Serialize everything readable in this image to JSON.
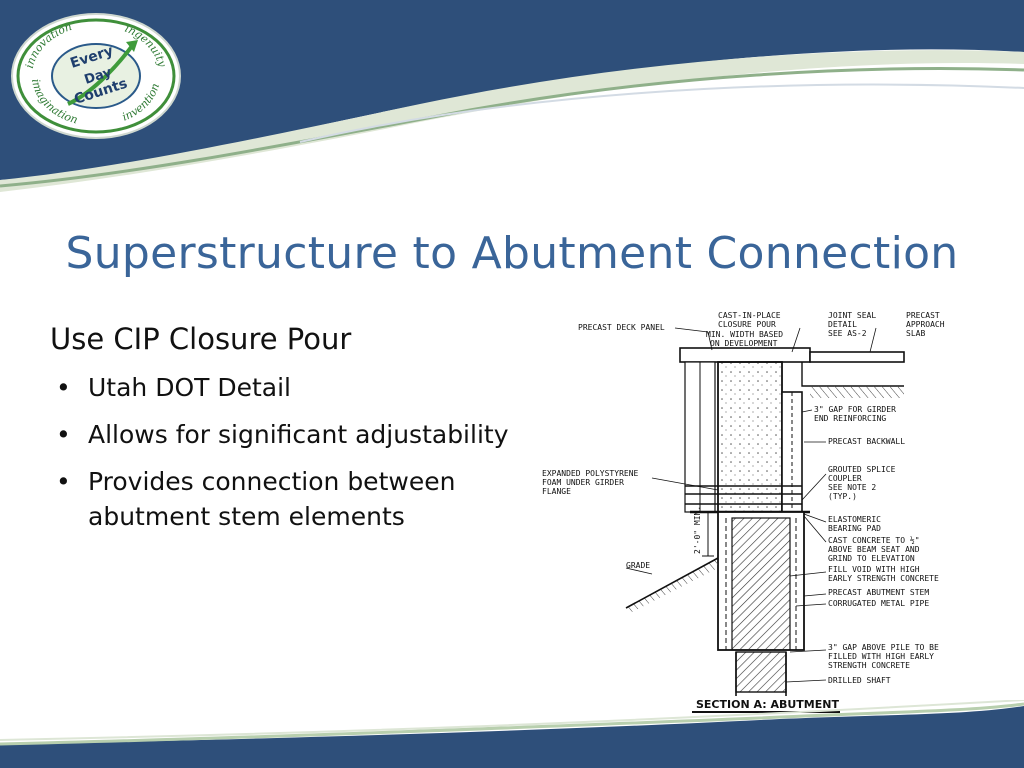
{
  "logo": {
    "ring_words": [
      "innovation",
      "ingenuity",
      "imagination",
      "invention"
    ],
    "center_words": [
      "Every",
      "Day",
      "Counts"
    ]
  },
  "slide": {
    "title": "Superstructure to Abutment Connection",
    "heading": "Use CIP Closure Pour",
    "bullet_glyph": "•",
    "bullets": [
      "Utah DOT Detail",
      "Allows for significant adjustability",
      "Provides connection between abutment stem elements"
    ]
  },
  "drawing": {
    "caption": "SECTION A: ABUTMENT",
    "labels": {
      "cip_l1": "CAST-IN-PLACE",
      "cip_l2": "CLOSURE POUR",
      "minw_l1": "MIN. WIDTH BASED",
      "minw_l2": "ON DEVELOPMENT",
      "deck": "PRECAST DECK PANEL",
      "joint_l1": "JOINT SEAL",
      "joint_l2": "DETAIL",
      "joint_l3": "SEE AS-2",
      "slab_l1": "PRECAST",
      "slab_l2": "APPROACH",
      "slab_l3": "SLAB",
      "gap3_l1": "3\" GAP FOR GIRDER",
      "gap3_l2": "END REINFORCING",
      "backwall": "PRECAST BACKWALL",
      "eps_l1": "EXPANDED POLYSTYRENE",
      "eps_l2": "FOAM UNDER GIRDER",
      "eps_l3": "FLANGE",
      "splice_l1": "GROUTED SPLICE",
      "splice_l2": "COUPLER",
      "splice_l3": "SEE NOTE 2",
      "splice_l4": "(TYP.)",
      "pad_l1": "ELASTOMERIC",
      "pad_l2": "BEARING PAD",
      "cast_l1": "CAST CONCRETE TO ½\"",
      "cast_l2": "ABOVE BEAM SEAT AND",
      "cast_l3": "GRIND TO ELEVATION",
      "dim": "2'-0\" MIN.",
      "grade": "GRADE",
      "fill_l1": "FILL VOID WITH HIGH",
      "fill_l2": "EARLY STRENGTH CONCRETE",
      "stem": "PRECAST ABUTMENT STEM",
      "cmp": "CORRUGATED METAL PIPE",
      "pile_l1": "3\" GAP ABOVE PILE TO BE",
      "pile_l2": "FILLED WITH HIGH EARLY",
      "pile_l3": "STRENGTH CONCRETE",
      "shaft": "DRILLED SHAFT"
    }
  }
}
